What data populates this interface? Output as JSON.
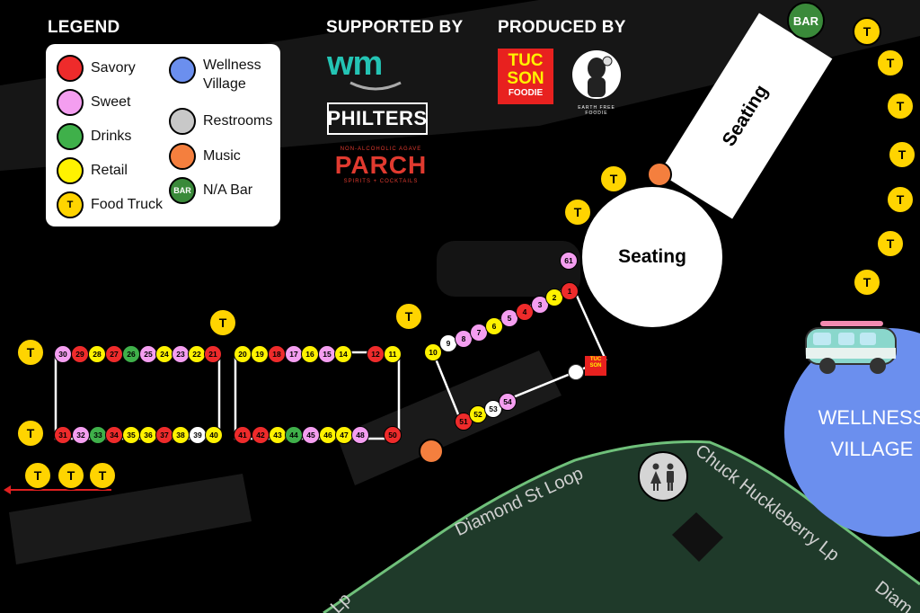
{
  "headers": {
    "legend": "LEGEND",
    "supported_by": "SUPPORTED BY",
    "produced_by": "PRODUCED BY"
  },
  "legend": {
    "items": [
      {
        "key": "savory",
        "label": "Savory",
        "color": "#ee2b2b"
      },
      {
        "key": "sweet",
        "label": "Sweet",
        "color": "#f49ef0"
      },
      {
        "key": "drinks",
        "label": "Drinks",
        "color": "#3fb04a"
      },
      {
        "key": "retail",
        "label": "Retail",
        "color": "#fff200"
      },
      {
        "key": "food_truck",
        "label": "Food Truck",
        "color": "#ffd400",
        "symbol": "T"
      },
      {
        "key": "wellness",
        "label": "Wellness Village",
        "color": "#6b8fee"
      },
      {
        "key": "restrooms",
        "label": "Restrooms",
        "color": "#c8c8c8"
      },
      {
        "key": "music",
        "label": "Music",
        "color": "#f47f3e"
      },
      {
        "key": "na_bar",
        "label": "N/A Bar",
        "color": "#3a8a3a",
        "symbol": "BAR"
      }
    ]
  },
  "sponsors": {
    "wm": "wm",
    "philters": "PHILTERS",
    "parch_tagline": "NON-ALCOHOLIC AGAVE",
    "parch": "PARCH",
    "parch_sub": "SPIRITS + COCKTAILS"
  },
  "producers": {
    "tucson_foodie_line1": "TUC",
    "tucson_foodie_line2": "SON",
    "tucson_foodie_line3": "FOODIE",
    "earth_free_foodie": "EARTH FREE FOODIE"
  },
  "areas": {
    "seating_circle": "Seating",
    "seating_rect": "Seating",
    "bar": "BAR",
    "wellness_line1": "WELLNESS",
    "wellness_line2": "VILLAGE"
  },
  "streets": {
    "diamond": "Diamond St Loop",
    "huckleberry": "Chuck Huckleberry Lp",
    "diam": "Diam",
    "lp": "Lp"
  },
  "food_truck_symbol": "T",
  "stalls": [
    {
      "n": "30",
      "c": "sweet"
    },
    {
      "n": "29",
      "c": "savory"
    },
    {
      "n": "28",
      "c": "retail"
    },
    {
      "n": "27",
      "c": "savory"
    },
    {
      "n": "26",
      "c": "drinks"
    },
    {
      "n": "25",
      "c": "sweet"
    },
    {
      "n": "24",
      "c": "retail"
    },
    {
      "n": "23",
      "c": "sweet"
    },
    {
      "n": "22",
      "c": "retail"
    },
    {
      "n": "21",
      "c": "savory"
    },
    {
      "n": "31",
      "c": "savory"
    },
    {
      "n": "32",
      "c": "sweet"
    },
    {
      "n": "33",
      "c": "drinks"
    },
    {
      "n": "34",
      "c": "savory"
    },
    {
      "n": "35",
      "c": "retail"
    },
    {
      "n": "36",
      "c": "retail"
    },
    {
      "n": "37",
      "c": "savory"
    },
    {
      "n": "38",
      "c": "retail"
    },
    {
      "n": "39",
      "c": "white"
    },
    {
      "n": "40",
      "c": "retail"
    },
    {
      "n": "20",
      "c": "retail"
    },
    {
      "n": "19",
      "c": "retail"
    },
    {
      "n": "18",
      "c": "savory"
    },
    {
      "n": "17",
      "c": "sweet"
    },
    {
      "n": "16",
      "c": "retail"
    },
    {
      "n": "15",
      "c": "sweet"
    },
    {
      "n": "14",
      "c": "retail"
    },
    {
      "n": "12",
      "c": "savory"
    },
    {
      "n": "11",
      "c": "retail"
    },
    {
      "n": "41",
      "c": "savory"
    },
    {
      "n": "42",
      "c": "savory"
    },
    {
      "n": "43",
      "c": "retail"
    },
    {
      "n": "44",
      "c": "drinks"
    },
    {
      "n": "45",
      "c": "sweet"
    },
    {
      "n": "46",
      "c": "retail"
    },
    {
      "n": "47",
      "c": "retail"
    },
    {
      "n": "48",
      "c": "sweet"
    },
    {
      "n": "50",
      "c": "savory"
    },
    {
      "n": "10",
      "c": "retail"
    },
    {
      "n": "9",
      "c": "white"
    },
    {
      "n": "8",
      "c": "sweet"
    },
    {
      "n": "7",
      "c": "sweet"
    },
    {
      "n": "6",
      "c": "retail"
    },
    {
      "n": "5",
      "c": "sweet"
    },
    {
      "n": "4",
      "c": "savory"
    },
    {
      "n": "3",
      "c": "sweet"
    },
    {
      "n": "2",
      "c": "retail"
    },
    {
      "n": "1",
      "c": "savory"
    },
    {
      "n": "61",
      "c": "sweet"
    },
    {
      "n": "51",
      "c": "savory"
    },
    {
      "n": "52",
      "c": "retail"
    },
    {
      "n": "53",
      "c": "white"
    },
    {
      "n": "54",
      "c": "sweet"
    }
  ]
}
